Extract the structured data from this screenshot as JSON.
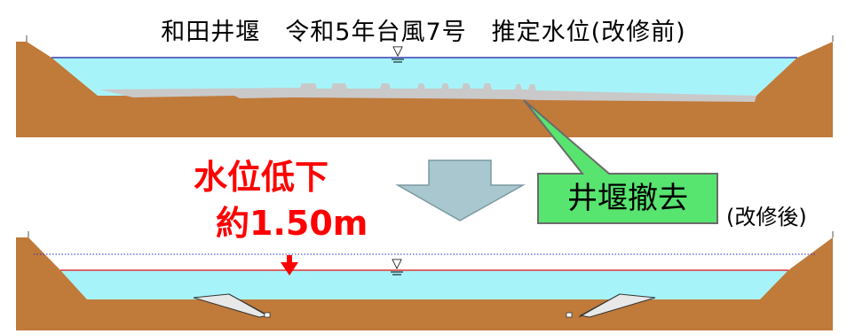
{
  "title": "和田井堰　令和5年台風7号　推定水位(改修前)",
  "callout_label": "井堰撤去",
  "drop_label_line1": "水位低下",
  "drop_label_line2": "約1.50m",
  "after_label": "(改修後)",
  "water_level_symbol": "▽",
  "colors": {
    "earth": "#c07a3a",
    "water": "#a6f4fa",
    "weir": "#c9c9c9",
    "callout": "#57e46f",
    "arrow": "#a9c7cf",
    "accent_red": "#ff0000"
  }
}
